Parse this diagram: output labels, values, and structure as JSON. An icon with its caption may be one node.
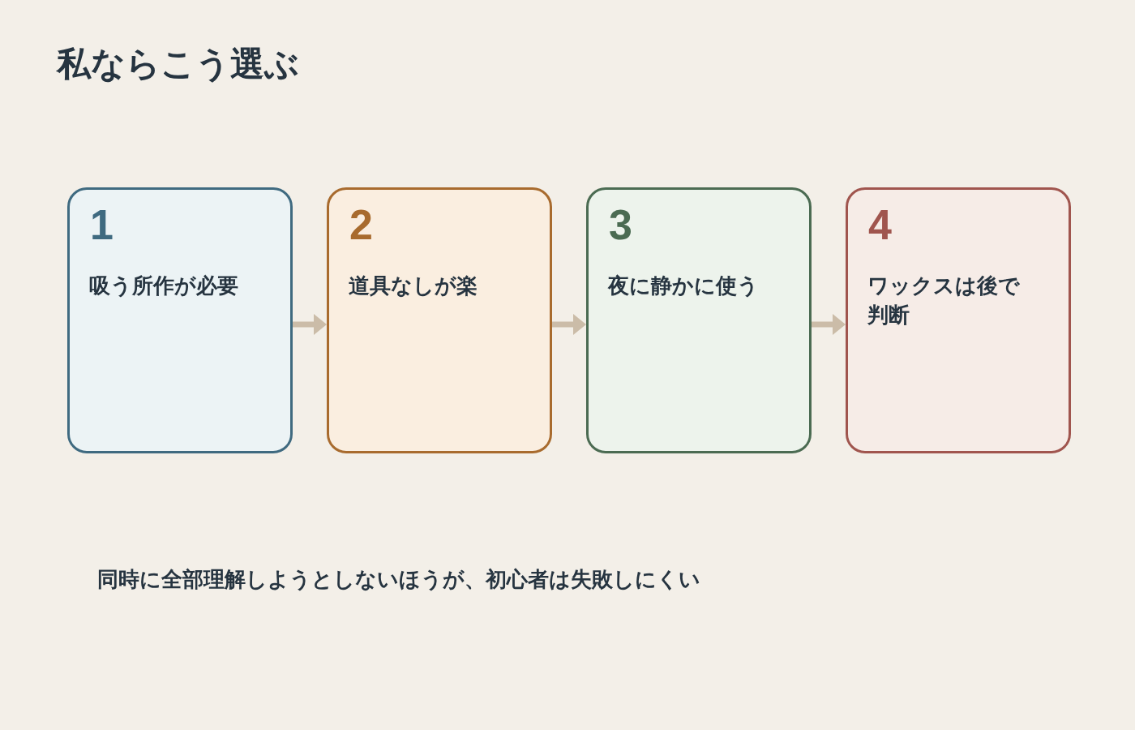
{
  "diagram": {
    "title": "私ならこう選ぶ",
    "nodes": [
      {
        "text": [
          "1",
          "吸う所作が必要"
        ]
      },
      {
        "text": [
          "2",
          "道具なしが楽"
        ]
      },
      {
        "text": [
          "3",
          "夜に静かに使う"
        ]
      },
      {
        "text": [
          "4",
          "ワックスは後で判断"
        ]
      }
    ],
    "edges": [
      {
        "from": 0,
        "to": 1,
        "arrow": "to"
      },
      {
        "from": 1,
        "to": 2,
        "arrow": "to"
      },
      {
        "from": 2,
        "to": 3,
        "arrow": "to"
      }
    ],
    "labels": [
      "同時に全部理解しようとしないほうが、初心者は失敗しにくい"
    ]
  }
}
